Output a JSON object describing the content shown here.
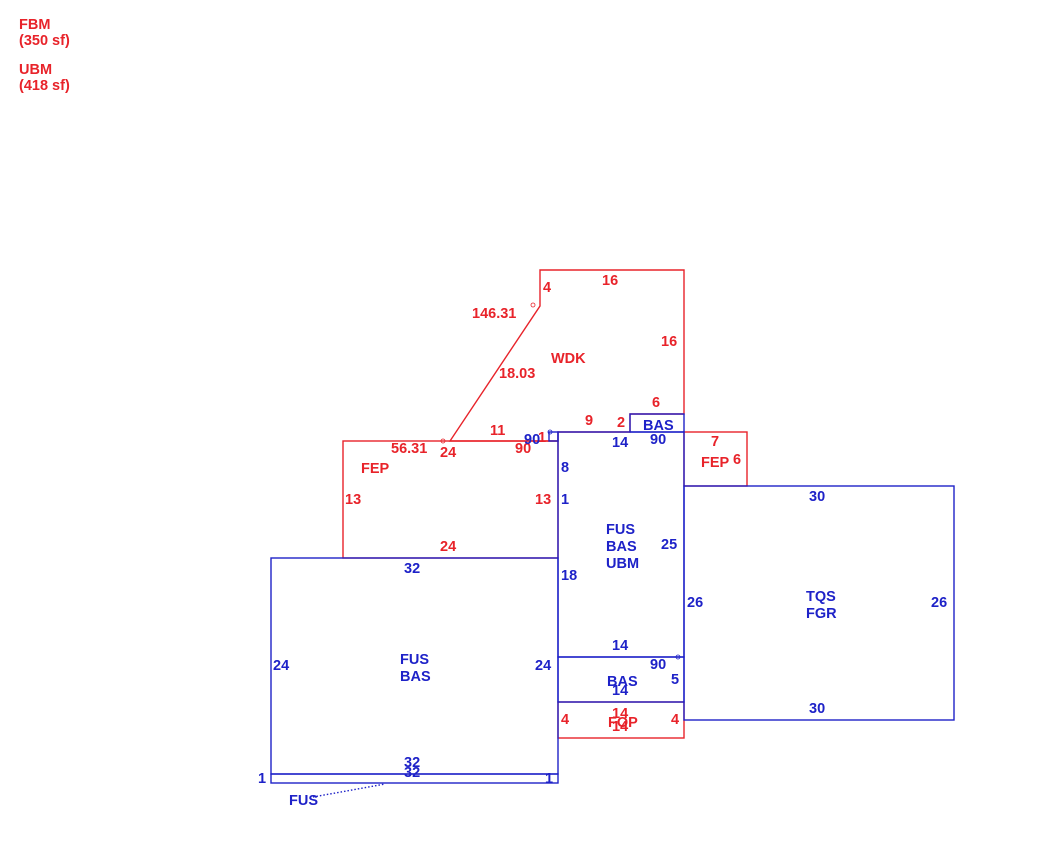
{
  "legend": [
    {
      "code": "FBM",
      "area": "(350 sf)"
    },
    {
      "code": "UBM",
      "area": "(418 sf)"
    }
  ],
  "areas": {
    "wdk": "WDK",
    "fep_left": "FEP",
    "fep_right": "FEP",
    "bas_small_top": "BAS",
    "center": [
      "FUS",
      "BAS",
      "UBM"
    ],
    "main": [
      "FUS",
      "BAS"
    ],
    "bas_lower": "BAS",
    "fop": "FOP",
    "garage": [
      "TQS",
      "FGR"
    ],
    "fus_strip": "FUS"
  },
  "dims": {
    "wdk_top": "16",
    "wdk_right": "16",
    "wdk_4": "4",
    "wdk_angle1": "146.31",
    "wdk_diag": "18.03",
    "wdk_11": "11",
    "wdk_9": "9",
    "wdk_2": "2",
    "wdk_6": "6",
    "fep_angle": "56.31",
    "fep_24top": "24",
    "fep_90": "90",
    "fep_13l": "13",
    "fep_13r": "13",
    "fep_24bot": "24",
    "mini_90": "90",
    "mini_1": "1",
    "bas_14": "14",
    "bas_90": "90",
    "fepr_7": "7",
    "fepr_6": "6",
    "ctr_8": "8",
    "ctr_1": "1",
    "ctr_18": "18",
    "ctr_25": "25",
    "ctr_14bot": "14",
    "main_32top": "32",
    "main_24l": "24",
    "main_24r": "24",
    "main_32bot1": "32",
    "main_32bot2": "32",
    "main_1l": "1",
    "main_1r": "1",
    "gar_30top": "30",
    "gar_26l": "26",
    "gar_26r": "26",
    "gar_30bot": "30",
    "basl_90": "90",
    "basl_5": "5",
    "basl_14": "14",
    "fop_14a": "14",
    "fop_14b": "14",
    "fop_4l": "4",
    "fop_4r": "4"
  },
  "colors": {
    "red": "#e8232a",
    "blue": "#1e22c8"
  }
}
